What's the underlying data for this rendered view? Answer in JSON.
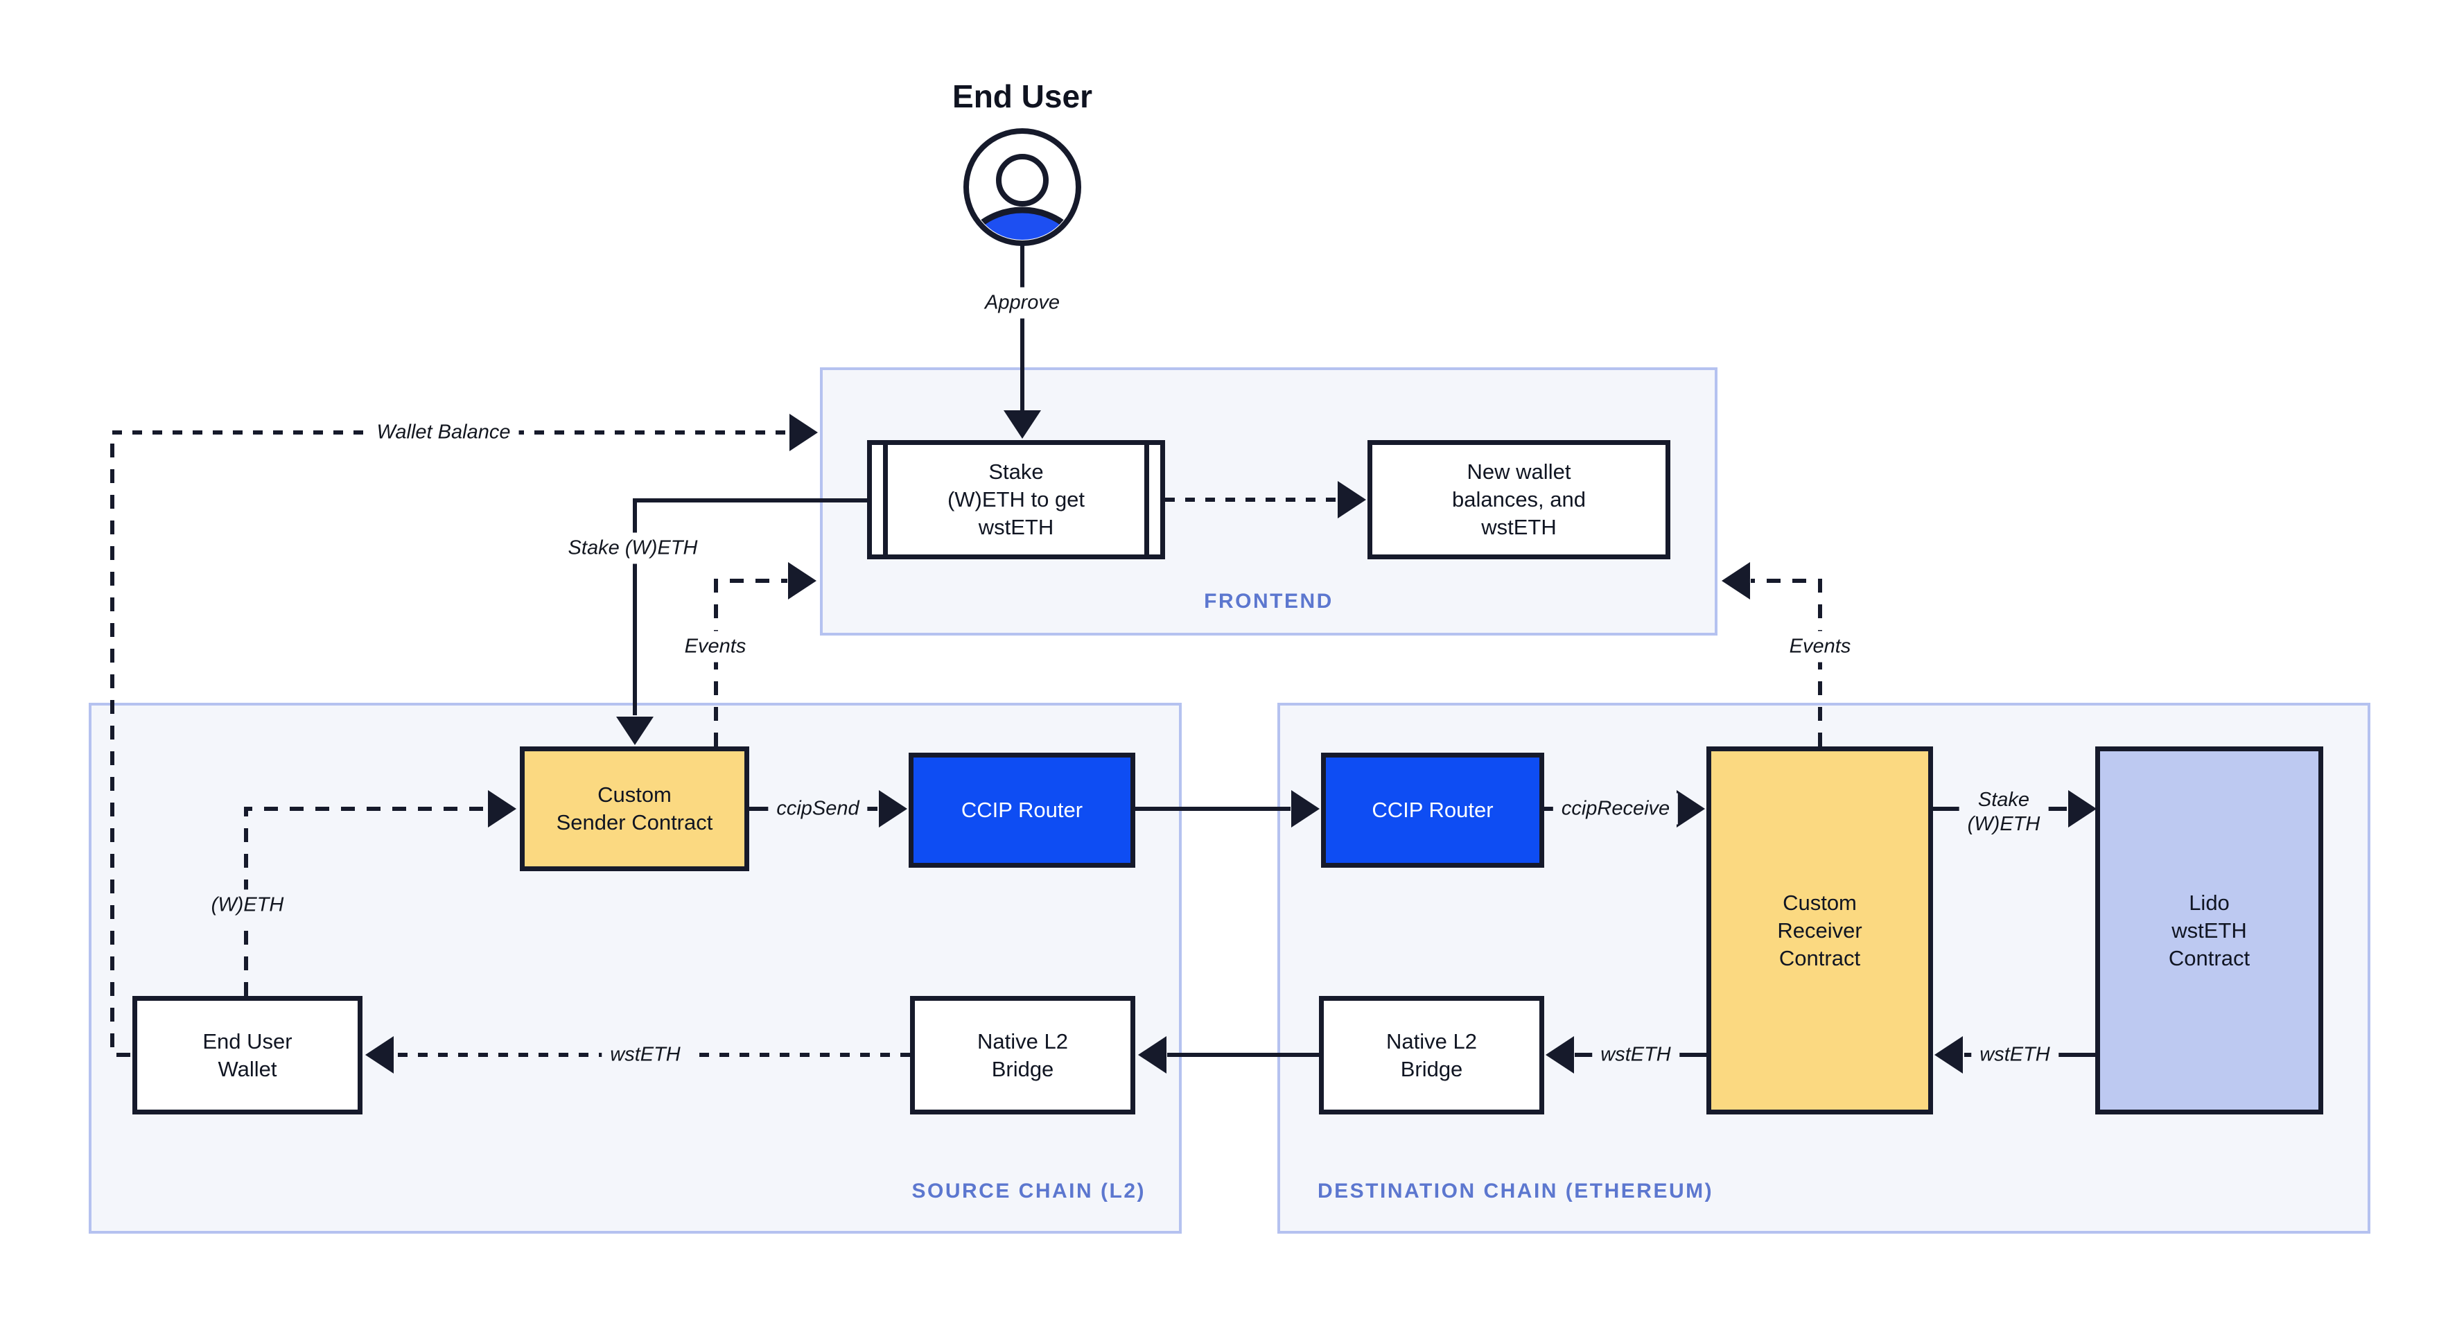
{
  "colors": {
    "ink": "#161A2B",
    "accent_blue": "#0E4DF3",
    "node_yellow": "#FBD981",
    "node_periwinkle": "#BDC9F1",
    "node_white": "#FFFFFF",
    "zone_bg": "#F4F6FB",
    "zone_border": "#B5C2F0",
    "zone_label": "#5C77CF",
    "canvas_bg": "#FFFFFF"
  },
  "actor": {
    "title": "End User"
  },
  "zones": {
    "frontend": {
      "label": "FRONTEND"
    },
    "source": {
      "label": "SOURCE CHAIN (L2)"
    },
    "destination": {
      "label": "DESTINATION CHAIN (ETHEREUM)"
    }
  },
  "nodes": {
    "stake_action": "Stake\n(W)ETH to get\nwstETH",
    "new_balances": "New wallet\nbalances, and\nwstETH",
    "custom_sender": "Custom\nSender Contract",
    "ccip_router_source": "CCIP Router",
    "ccip_router_dest": "CCIP Router",
    "custom_receiver": "Custom\nReceiver\nContract",
    "lido": "Lido\nwstETH\nContract",
    "end_user_wallet": "End User\nWallet",
    "bridge_source": "Native L2\nBridge",
    "bridge_dest": "Native L2\nBridge"
  },
  "edge_labels": {
    "approve": "Approve",
    "wallet_balance": "Wallet Balance",
    "stake_weth": "Stake (W)ETH",
    "events_left": "Events",
    "events_right": "Events",
    "ccip_send": "ccipSend",
    "ccip_receive": "ccipReceive",
    "weth": "(W)ETH",
    "stake_weth_dest": "Stake\n(W)ETH",
    "wsteth_from_lido": "wstETH",
    "wsteth_to_bridge": "wstETH",
    "wsteth_to_wallet": "wstETH"
  }
}
